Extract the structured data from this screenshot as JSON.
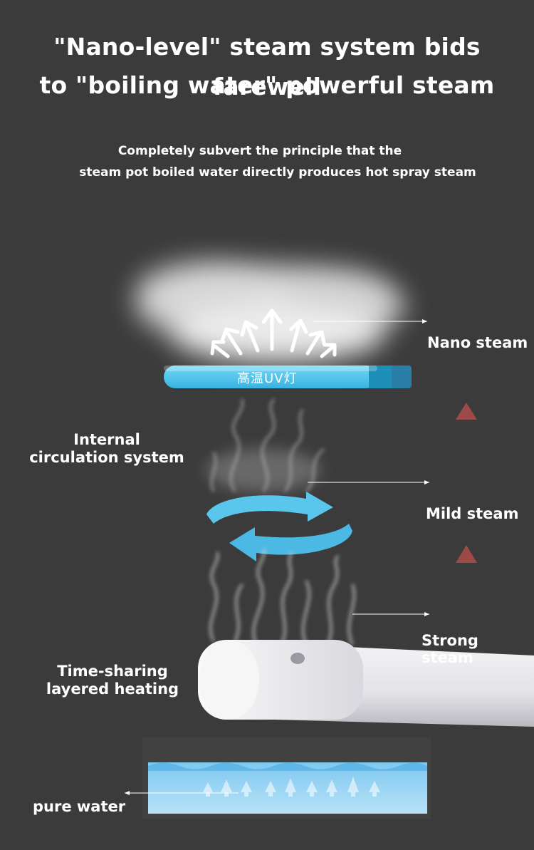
{
  "header": {
    "title_line1": "\"Nano-level\" steam system bids farewell",
    "title_line2": "to \"boiling water\" powerful steam",
    "subtitle_line1": "Completely subvert the principle that the",
    "subtitle_line2": "steam pot boiled water directly produces hot spray steam"
  },
  "labels": {
    "nano_steam": "Nano steam",
    "uv_lamp": "高温UV灯",
    "internal_line1": "Internal",
    "internal_line2": "circulation system",
    "mild_steam": "Mild steam",
    "strong_steam": "Strong steam",
    "heating_line1": "Time-sharing",
    "heating_line2": "layered heating",
    "pure_water": "pure water"
  },
  "colors": {
    "background": "#3b3b3b",
    "accent_blue": "#5bc6ec",
    "triangle": "#9b4a48",
    "water": "#9fd4f2"
  }
}
